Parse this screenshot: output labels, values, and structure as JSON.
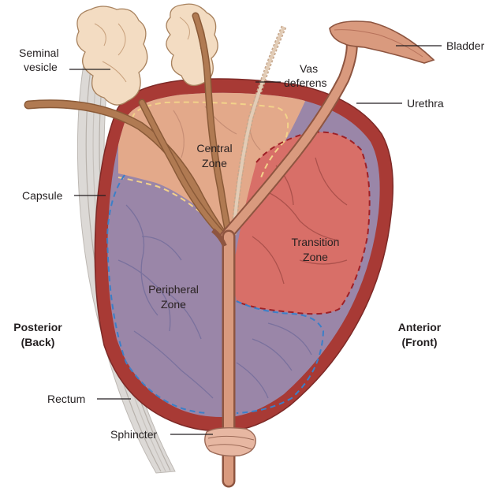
{
  "labels": {
    "seminal_vesicle": [
      "Seminal",
      "vesicle"
    ],
    "vas_deferens": [
      "Vas",
      "deferens"
    ],
    "bladder": "Bladder",
    "urethra": "Urethra",
    "capsule": "Capsule",
    "rectum": "Rectum",
    "sphincter": "Sphincter"
  },
  "zones": {
    "central": [
      "Central",
      "Zone"
    ],
    "transition": [
      "Transition",
      "Zone"
    ],
    "peripheral": [
      "Peripheral",
      "Zone"
    ]
  },
  "orientation": {
    "posterior": [
      "Posterior",
      "(Back)"
    ],
    "anterior": [
      "Anterior",
      "(Front)"
    ]
  },
  "colors": {
    "capsule": "#a83a35",
    "peripheral_zone": "#9a86a8",
    "central_zone": "#e3a98a",
    "transition_zone": "#d86f68",
    "urethra": "#d99a7e",
    "seminal_vesicle": "#f3dcc2",
    "vas_deferens": "#b07a52",
    "rectum": "#d2cfcc",
    "peripheral_border": "#3b7fc8",
    "central_border": "#f3d28a",
    "transition_border": "#9e2026"
  }
}
